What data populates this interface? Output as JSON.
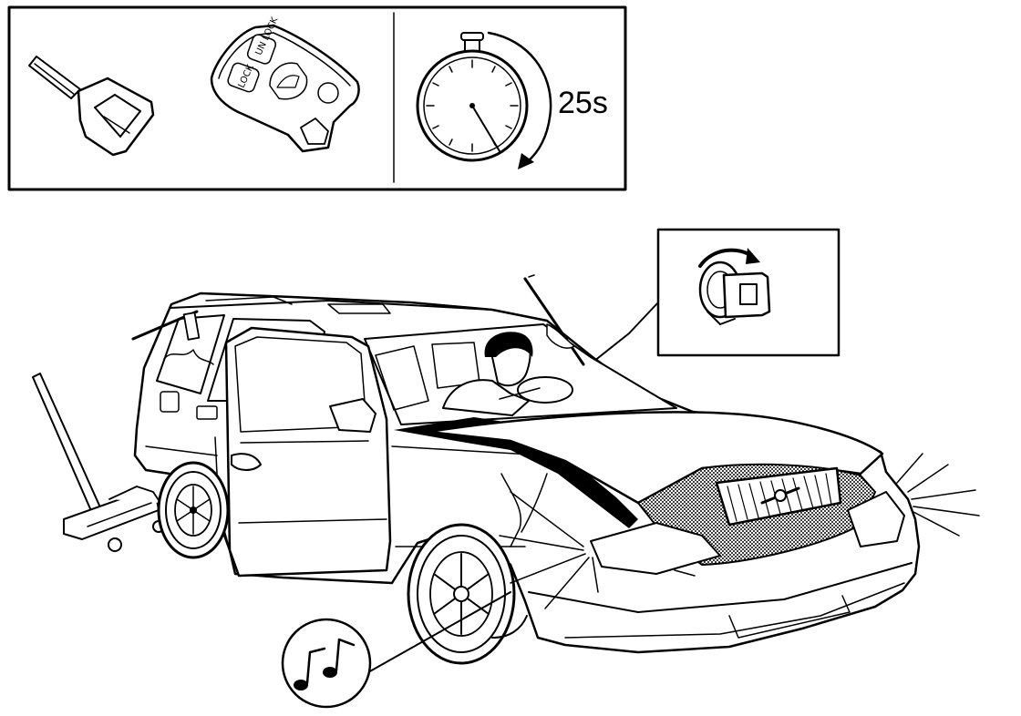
{
  "key_fob": {
    "buttons": [
      "LOCK",
      "UN LOCK"
    ]
  },
  "timer": {
    "duration_label": "25s"
  }
}
